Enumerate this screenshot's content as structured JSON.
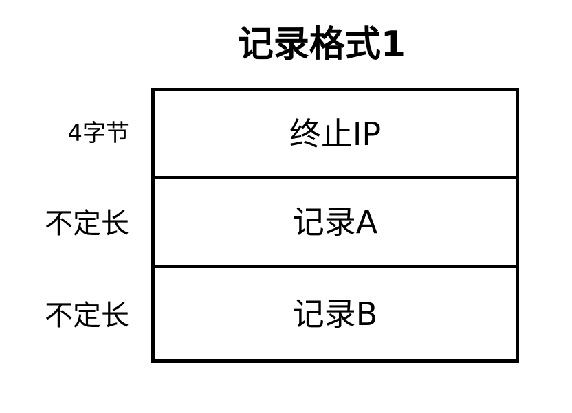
{
  "diagram": {
    "title": "记录格式1",
    "background_color": "#ffffff",
    "stroke_color": "#000000",
    "text_color": "#000000",
    "rows": [
      {
        "size_label": "4字节",
        "field_name": "终止IP"
      },
      {
        "size_label": "不定长",
        "field_name": "记录A"
      },
      {
        "size_label": "不定长",
        "field_name": "记录B"
      }
    ]
  }
}
